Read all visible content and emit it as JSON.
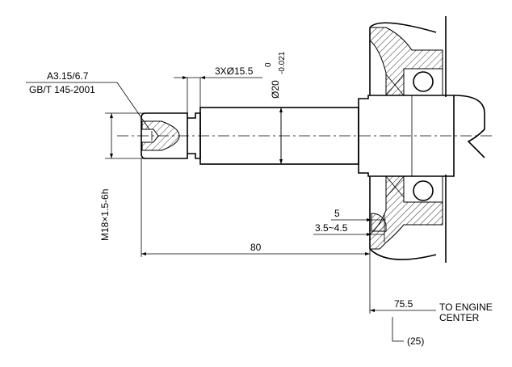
{
  "annotations": {
    "center_drill_spec": "A3.15/6.7",
    "center_drill_std": "GB/T 145-2001",
    "groove_dim": "3XØ15.5",
    "shaft_dia": "Ø20",
    "shaft_tol_upper": "0",
    "shaft_tol_lower": "-0.021",
    "thread_spec": "M18×1.5-6h",
    "dim_5": "5",
    "dim_gap": "3.5~4.5",
    "dim_length": "80",
    "dim_engine": "75.5",
    "engine_label_1": "TO ENGINE",
    "engine_label_2": "CENTER",
    "dim_ref": "(25)"
  }
}
